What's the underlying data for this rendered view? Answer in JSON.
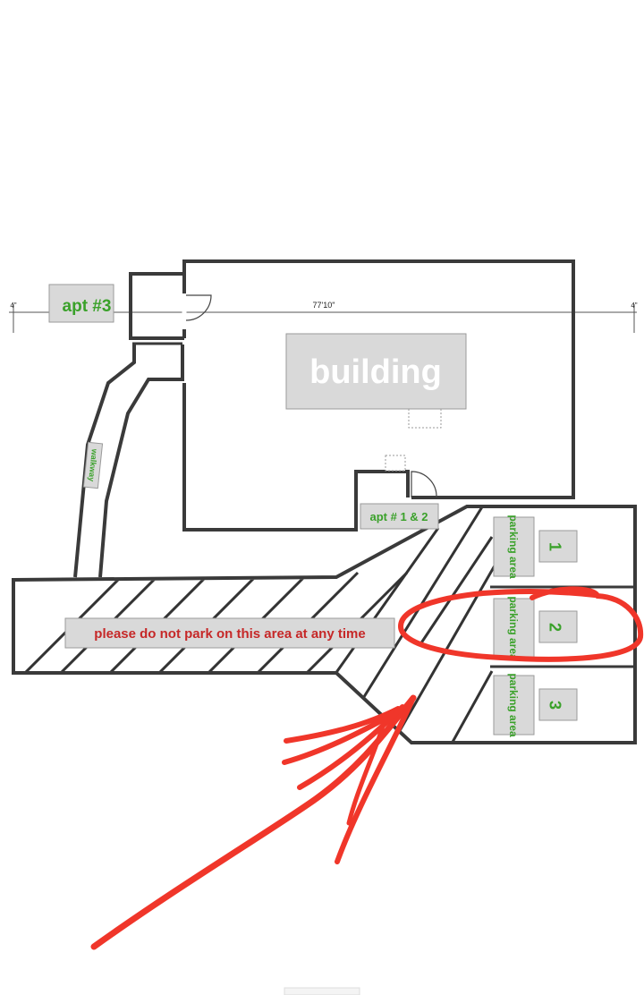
{
  "labels": {
    "apt3": "apt #3",
    "building": "building",
    "walkway": "walkway",
    "apt12": "apt # 1 & 2",
    "no_park": "please do not park on this area at any time",
    "parking_area": "parking area",
    "spot_numbers": [
      "1",
      "2",
      "3"
    ]
  },
  "dimensions": {
    "width": "77'10\"",
    "left_offset": "4\"",
    "right_offset": "4\""
  },
  "colors": {
    "label_green": "#3aa12a",
    "warning_red": "#c62828",
    "annotation_red": "#f0362a",
    "wall": "#3a3a3a"
  }
}
